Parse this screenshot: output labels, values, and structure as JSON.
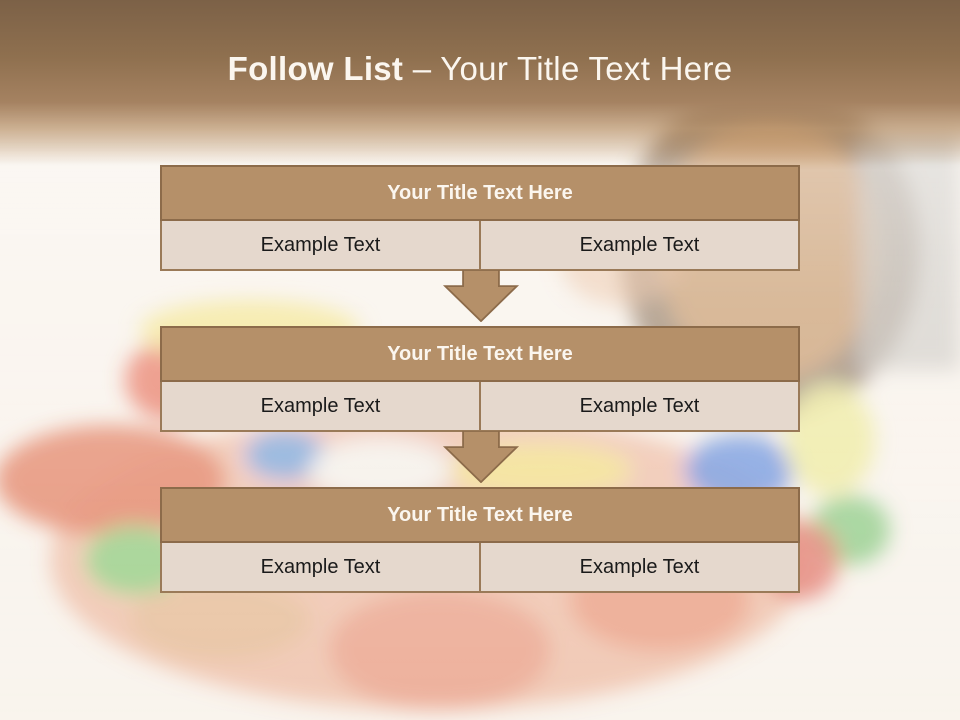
{
  "slide": {
    "title_strong": "Follow List",
    "title_rest": " – Your Title Text Here"
  },
  "blocks": [
    {
      "heading": "Your Title Text Here",
      "left": "Example Text",
      "right": "Example Text"
    },
    {
      "heading": "Your Title Text Here",
      "left": "Example Text",
      "right": "Example Text"
    },
    {
      "heading": "Your Title Text Here",
      "left": "Example Text",
      "right": "Example Text"
    }
  ],
  "colors": {
    "header_band": "#7c6147",
    "box_heading": "#b59069",
    "box_cell": "#e5d8cd",
    "arrow": "#b59069"
  }
}
